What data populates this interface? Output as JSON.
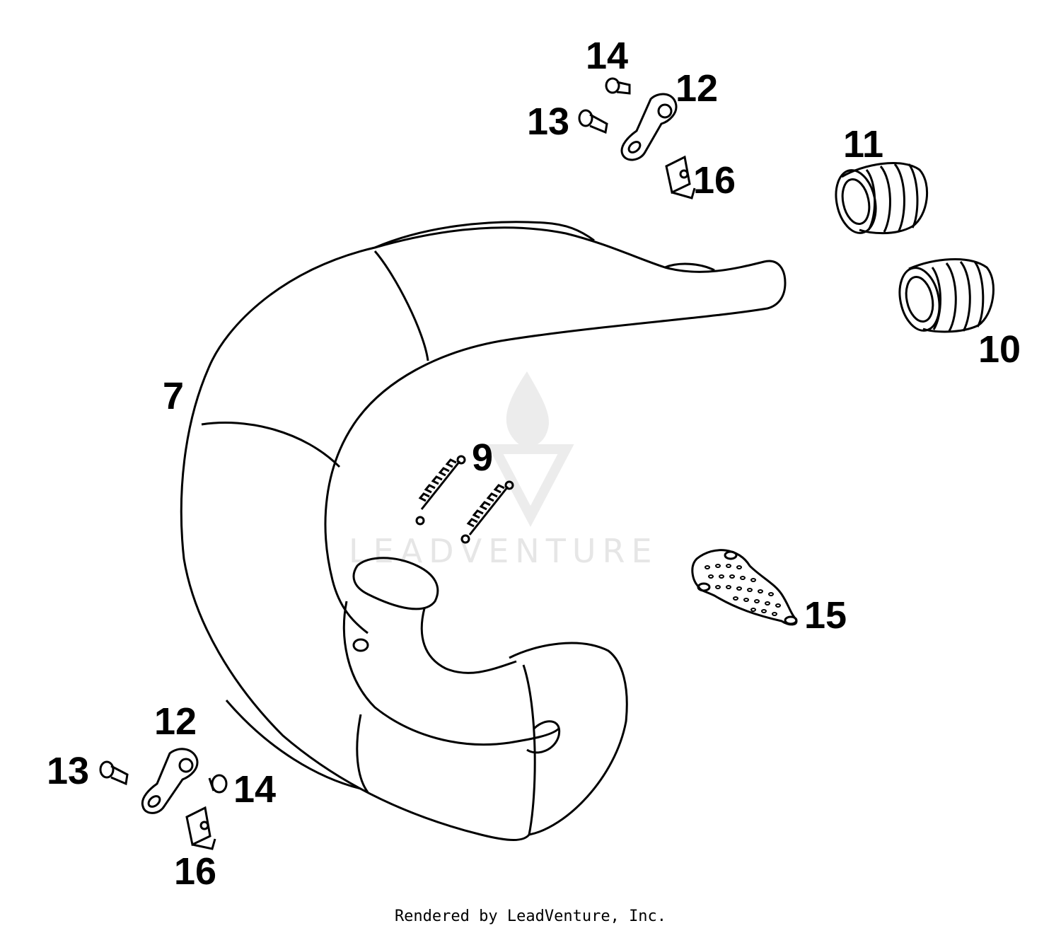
{
  "watermark": {
    "text": "LEADVENTURE"
  },
  "footer": {
    "text": "Rendered by LeadVenture, Inc."
  },
  "callouts": {
    "c7": "7",
    "c9": "9",
    "c10": "10",
    "c11": "11",
    "c12_top": "12",
    "c13_top": "13",
    "c14_top": "14",
    "c16_top": "16",
    "c12_bottom": "12",
    "c13_bottom": "13",
    "c14_bottom": "14",
    "c15": "15",
    "c16_bottom": "16"
  },
  "colors": {
    "line": "#000000",
    "watermark": "#e6e6e6"
  }
}
